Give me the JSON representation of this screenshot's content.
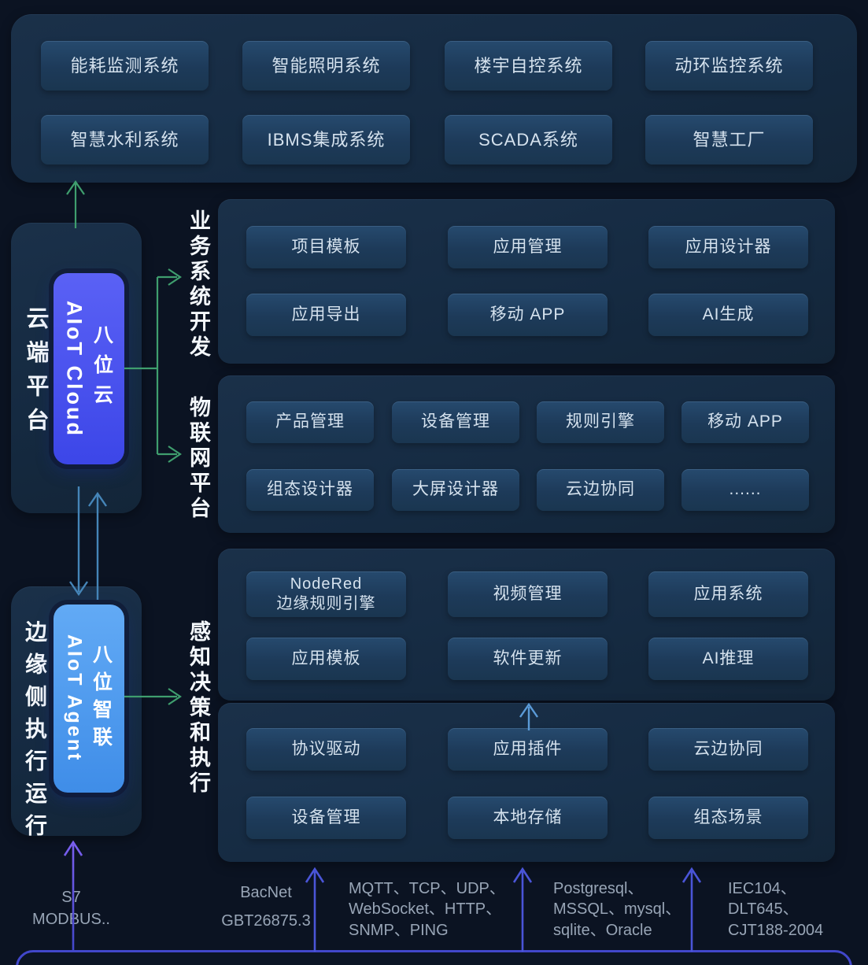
{
  "top_systems": {
    "items": [
      "能耗监测系统",
      "智能照明系统",
      "楼宇自控系统",
      "动环监控系统",
      "智慧水利系统",
      "IBMS集成系统",
      "SCADA系统",
      "智慧工厂"
    ]
  },
  "cloud_platform": {
    "title": "云端平台",
    "core": {
      "en": "AIoT Cloud",
      "cn": "八位云"
    }
  },
  "edge_platform": {
    "title": "边缘侧执行运行",
    "core": {
      "en": "AIoT Agent",
      "cn": "八位智联"
    }
  },
  "sections": {
    "business": {
      "label": "业务系统开发",
      "items": [
        "项目模板",
        "应用管理",
        "应用设计器",
        "应用导出",
        "移动 APP",
        "AI生成"
      ]
    },
    "iot": {
      "label": "物联网平台",
      "items": [
        "产品管理",
        "设备管理",
        "规则引擎",
        "移动 APP",
        "组态设计器",
        "大屏设计器",
        "云边协同",
        "......"
      ]
    },
    "sense": {
      "label": "感知决策和执行",
      "items": [
        "NodeRed\n边缘规则引擎",
        "视频管理",
        "应用系统",
        "应用模板",
        "软件更新",
        "AI推理"
      ]
    },
    "runtime": {
      "items": [
        "协议驱动",
        "应用插件",
        "云边协同",
        "设备管理",
        "本地存储",
        "组态场景"
      ]
    }
  },
  "protocols": {
    "groups": [
      "S7\nMODBUS..",
      "BacNet\nGBT26875.3",
      "MQTT、TCP、UDP、\nWebSocket、HTTP、\nSNMP、PING",
      "Postgresql、\nMSSQL、mysql、\nsqlite、Oracle",
      "IEC104、\nDLT645、\nCJT188-2004"
    ]
  },
  "colors": {
    "cloud_core": "#4a52ee",
    "edge_core": "#4d9ef0",
    "green_arrow": "#3f9e6e",
    "steel_arrow": "#4585b8",
    "light_arrow": "#5b9bd8",
    "purple_arrow": "#7b5ff0",
    "bottom_line": "#4a55d8"
  }
}
